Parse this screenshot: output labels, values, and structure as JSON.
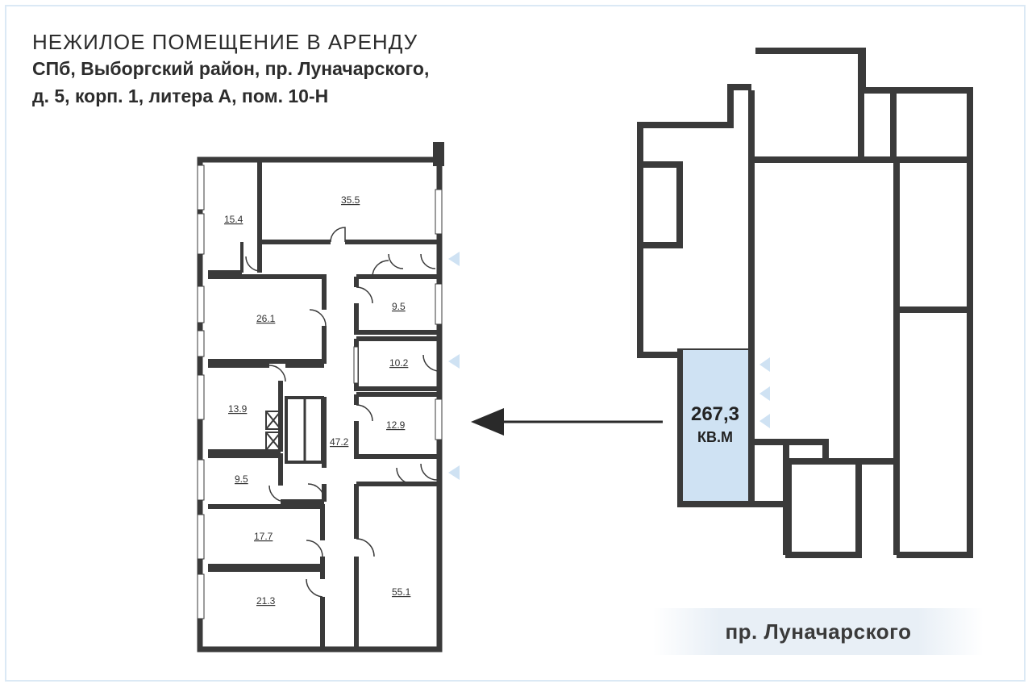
{
  "header": {
    "title": "НЕЖИЛОЕ ПОМЕЩЕНИЕ В АРЕНДУ",
    "address_line1": "СПб, Выборгский район, пр. Луначарского,",
    "address_line2": "д. 5, корп. 1, литера А, пом. 10-Н"
  },
  "rooms": {
    "r1": "15.4",
    "r2": "35.5",
    "r3": "26.1",
    "r4": "9.5",
    "r5": "10.2",
    "r6": "12.9",
    "r7": "13.9",
    "r8": "47.2",
    "r9": "9.5",
    "r10": "17.7",
    "r11": "21.3",
    "r12": "55.1"
  },
  "area": {
    "value": "267,3",
    "unit": "КВ.М"
  },
  "street": "пр. Луначарского",
  "colors": {
    "wall": "#3a3a3a",
    "highlight": "#cfe2f3",
    "entrance_marker": "#cfe2f3",
    "frame": "#dbe9f5"
  }
}
